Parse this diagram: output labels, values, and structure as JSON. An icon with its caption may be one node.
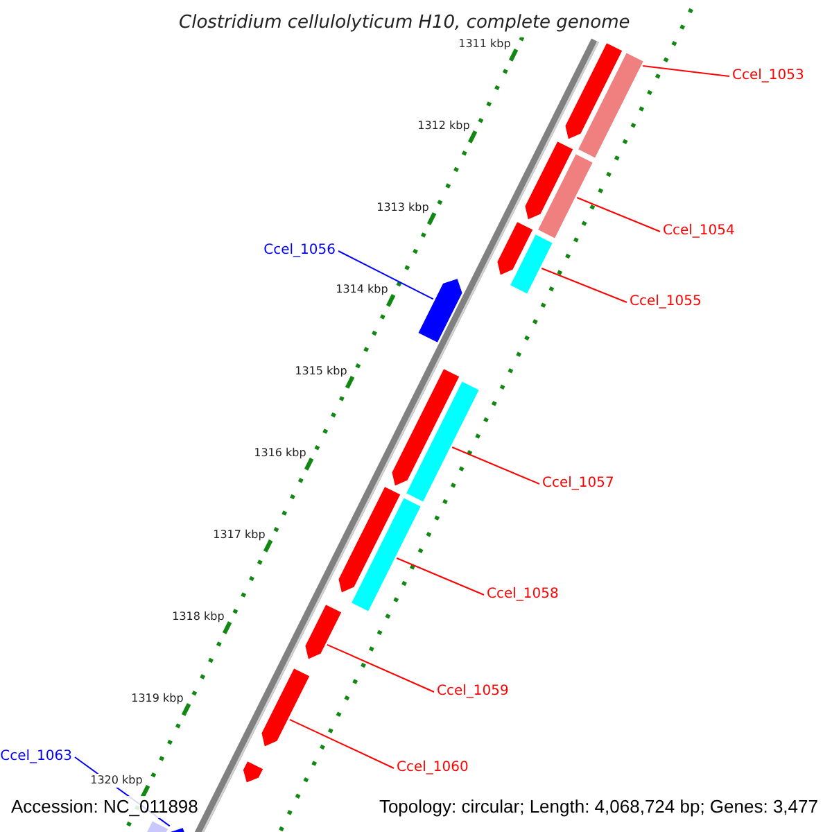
{
  "diagram": {
    "title": "Clostridium cellulolyticum H10, complete genome",
    "nodes": [
      {
        "text": [
          "Ccel_1053"
        ]
      },
      {
        "text": [
          "Ccel_1054"
        ]
      },
      {
        "text": [
          "Ccel_1056"
        ]
      },
      {
        "text": [
          "Ccel_1055"
        ]
      },
      {
        "text": [
          "Ccel_1057"
        ]
      },
      {
        "text": [
          "Ccel_1058"
        ]
      },
      {
        "text": [
          "Ccel_1059"
        ]
      },
      {
        "text": [
          "Ccel_1063"
        ]
      },
      {
        "text": [
          "Ccel_1060"
        ]
      },
      {
        "text": [],
        "shape": "pentagon"
      },
      {
        "text": [],
        "shape": "bar"
      },
      {
        "text": [],
        "shape": "pentagon"
      },
      {
        "text": [],
        "shape": "bar"
      },
      {
        "text": [],
        "shape": "pentagon"
      },
      {
        "text": [],
        "shape": "bar"
      },
      {
        "text": [],
        "shape": "pentagon"
      },
      {
        "text": [],
        "shape": "pentagon"
      },
      {
        "text": [],
        "shape": "bar"
      },
      {
        "text": [],
        "shape": "pentagon"
      },
      {
        "text": [],
        "shape": "bar"
      },
      {
        "text": [],
        "shape": "pentagon"
      },
      {
        "text": [],
        "shape": "pentagon"
      },
      {
        "text": [],
        "shape": "pentagon"
      },
      {
        "text": [],
        "shape": "pentagon"
      },
      {
        "text": [],
        "shape": "bar"
      }
    ],
    "edges": [
      {
        "from": 0,
        "to": 10,
        "arrow": "none"
      },
      {
        "from": 1,
        "to": 12,
        "arrow": "none"
      },
      {
        "from": 2,
        "to": 15,
        "arrow": "none",
        "color": "#0000ff"
      },
      {
        "from": 3,
        "to": 14,
        "arrow": "none"
      },
      {
        "from": 4,
        "to": 17,
        "arrow": "none"
      },
      {
        "from": 5,
        "to": 19,
        "arrow": "none"
      },
      {
        "from": 6,
        "to": 20,
        "arrow": "none"
      },
      {
        "from": 7,
        "to": 23,
        "arrow": "none",
        "color": "#0000ff"
      },
      {
        "from": 8,
        "to": 21,
        "arrow": "none"
      }
    ],
    "labels": [
      "1311 kbp",
      "1312 kbp",
      "1313 kbp",
      "1314 kbp",
      "1315 kbp",
      "1316 kbp",
      "1317 kbp",
      "1318 kbp",
      "1319 kbp",
      "1320 kbp",
      "Accession: NC_011898",
      "Topology: circular; Length: 4,068,724 bp; Genes: 3,477"
    ]
  }
}
